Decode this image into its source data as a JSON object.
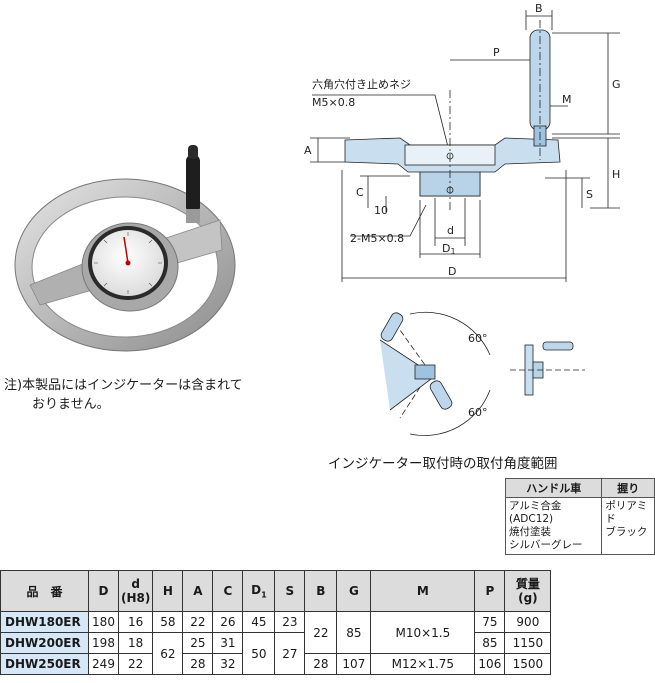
{
  "note": {
    "line1": "注)本製品にはインジケーターは含まれて",
    "line2": "おりません。"
  },
  "drawing": {
    "label_B": "B",
    "label_P": "P",
    "label_G": "G",
    "label_M": "M",
    "label_A": "A",
    "label_H": "H",
    "label_C": "C",
    "label_S": "S",
    "label_10": "10",
    "label_d": "d",
    "label_D1": "D",
    "label_D1_sub": "1",
    "label_D": "D",
    "callout1_line1": "六角穴付き止めネジ",
    "callout1_line2": "M5×0.8",
    "callout2": "2-M5×0.8"
  },
  "angle": {
    "upper": "60°",
    "lower": "60°",
    "caption": "インジケーター取付時の取付角度範囲"
  },
  "materials": {
    "headers": [
      "ハンドル車",
      "握り"
    ],
    "handwheel": [
      "アルミ合金(ADC12)",
      "焼付塗装",
      "シルバーグレー"
    ],
    "grip": [
      "ポリアミド",
      "ブラック"
    ]
  },
  "spec": {
    "headers": {
      "part": "品　番",
      "D": "D",
      "d1": "d",
      "d2": "(H8)",
      "H": "H",
      "A": "A",
      "C": "C",
      "D1": "D",
      "D1_sub": "1",
      "S": "S",
      "B": "B",
      "G": "G",
      "M": "M",
      "P": "P",
      "mass1": "質量",
      "mass2": "(g)"
    },
    "rows": [
      {
        "part": "DHW180ER",
        "D": "180",
        "d": "16",
        "H": "58",
        "A": "22",
        "C": "26",
        "D1": "45",
        "S": "23",
        "P": "75",
        "mass": "900"
      },
      {
        "part": "DHW200ER",
        "D": "198",
        "d": "18",
        "A": "25",
        "C": "31",
        "P": "85",
        "mass": "1150"
      },
      {
        "part": "DHW250ER",
        "D": "249",
        "d": "22",
        "A": "28",
        "C": "32",
        "P": "106",
        "mass": "1500"
      }
    ],
    "merged": {
      "H_23": "62",
      "D1_23": "50",
      "S_23": "27",
      "B_12": "22",
      "G_12": "85",
      "M_12": "M10×1.5",
      "B_3": "28",
      "G_3": "107",
      "M_3": "M12×1.75"
    }
  }
}
